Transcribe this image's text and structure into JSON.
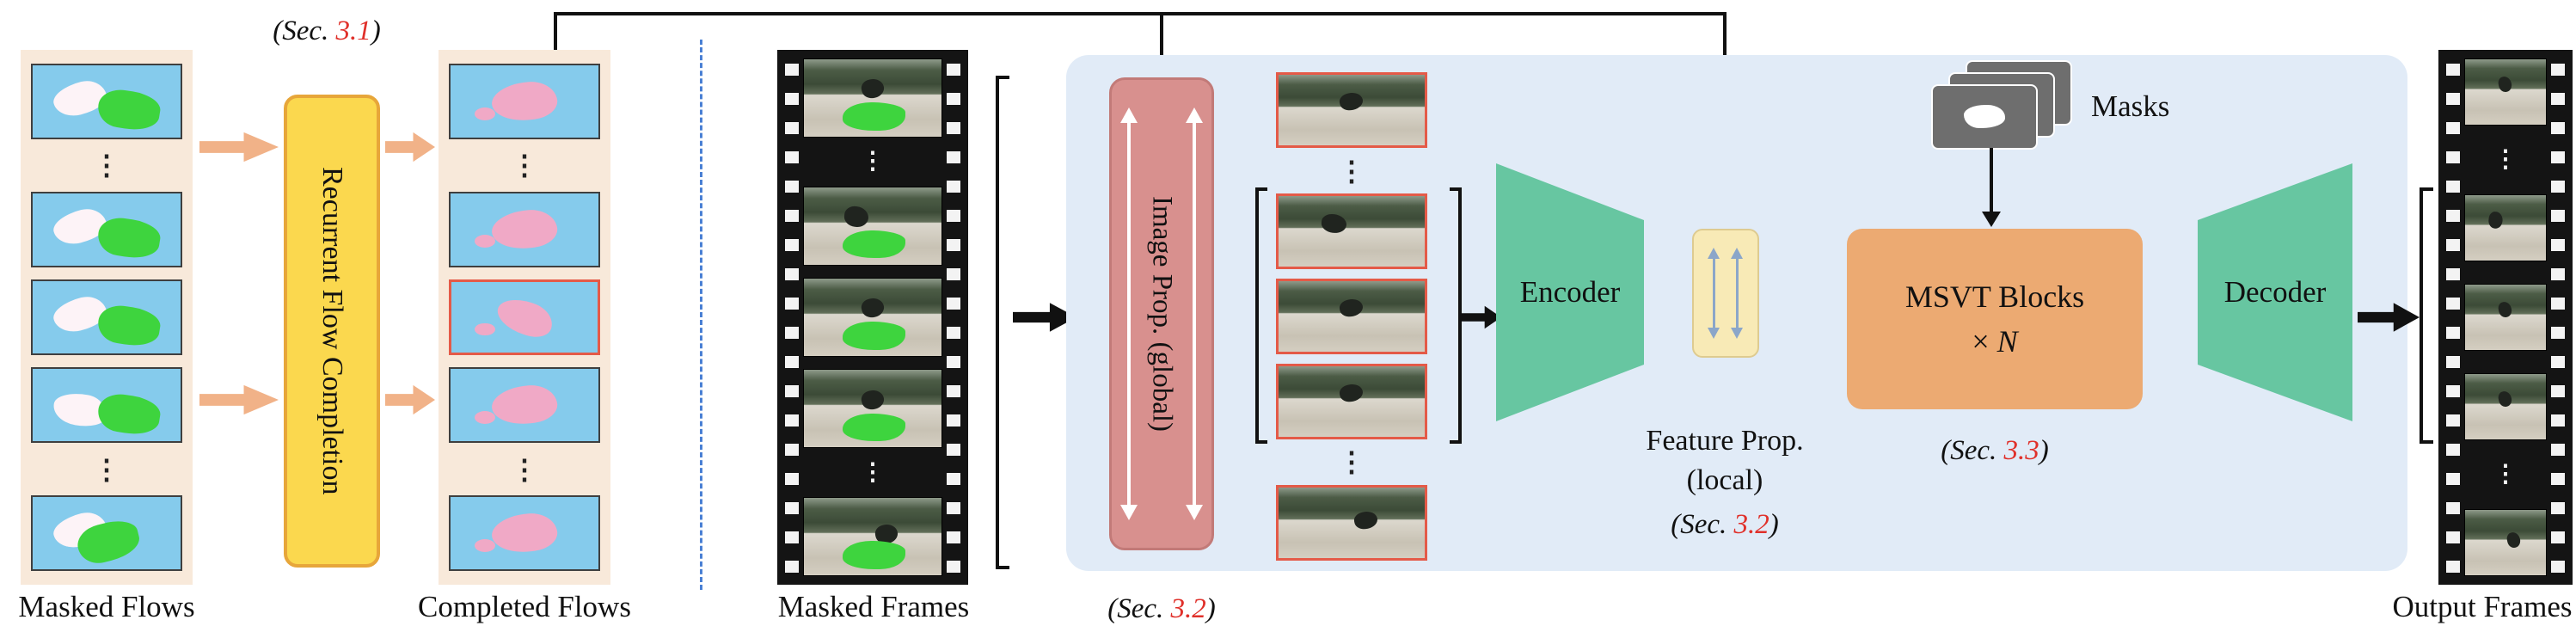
{
  "palette": {
    "peach_bg": "#f8e9da",
    "peach_arrow": "#f1b288",
    "rfc_fill": "#fbd84e",
    "rfc_border": "#e7a63a",
    "panel_bg": "#e1ebf7",
    "imageprop_fill": "#d8908e",
    "imageprop_border": "#c27a78",
    "red_accent": "#e0302a",
    "frame_red_border": "#e45a48",
    "green_block": "#67c6a1",
    "featureprop_fill": "#f8eab6",
    "featureprop_border": "#decb90",
    "fp_arrow": "#8ba6c9",
    "msvt_fill": "#ecaa72",
    "mask_gray": "#6e6e6e",
    "divider_blue": "#4a80d4",
    "sky": "#85cbec",
    "mask_green": "#3ed43e",
    "flow_pink": "#f0a9c6",
    "line_black": "#111111"
  },
  "glyphs": {
    "vdots": "⋮"
  },
  "left_section": {
    "masked_flows_label": "Masked Flows",
    "rfc_label": "Recurrent Flow Completion",
    "completed_flows_label": "Completed Flows",
    "sec31": {
      "pre": "(Sec. ",
      "num": "3.1",
      "post": ")"
    }
  },
  "middle_section": {
    "masked_frames_label": "Masked Frames",
    "image_prop_label": "Image Prop. (global)",
    "sec32_image": {
      "pre": "(Sec. ",
      "num": "3.2",
      "post": ")"
    },
    "encoder_label": "Encoder",
    "feature_prop_line1": "Feature Prop.",
    "feature_prop_line2": "(local)",
    "sec32_feature": {
      "pre": "(Sec. ",
      "num": "3.2",
      "post": ")"
    },
    "msvt_line1": "MSVT Blocks",
    "msvt_times": "× ",
    "msvt_n": "N",
    "sec33": {
      "pre": "(Sec. ",
      "num": "3.3",
      "post": ")"
    },
    "masks_label": "Masks",
    "decoder_label": "Decoder"
  },
  "right_section": {
    "output_frames_label": "Output Frames"
  },
  "strips": {
    "masked_flows": {
      "type": "flow-masked",
      "frames": 5,
      "dots_after": [
        0,
        3
      ],
      "highlight": [],
      "thumb_name": "masked-flow-thumbnail"
    },
    "completed_flows": {
      "type": "flow-completed",
      "frames": 5,
      "dots_after": [
        0,
        3
      ],
      "highlight": [
        2
      ],
      "thumb_name": "completed-flow-thumbnail"
    },
    "masked_frames": {
      "type": "scene-masked",
      "frames": 5,
      "dots_after": [
        0,
        3
      ],
      "highlight": [],
      "thumb_name": "masked-frame-thumbnail"
    },
    "propagated_frames": {
      "type": "scene-prop",
      "frames": 5,
      "dots_after": [
        0,
        3
      ],
      "highlight": [],
      "thumb_name": "propagated-frame-thumbnail"
    },
    "output_frames": {
      "type": "scene",
      "frames": 5,
      "dots_after": [
        0,
        3
      ],
      "highlight": [],
      "thumb_name": "output-frame-thumbnail"
    }
  }
}
